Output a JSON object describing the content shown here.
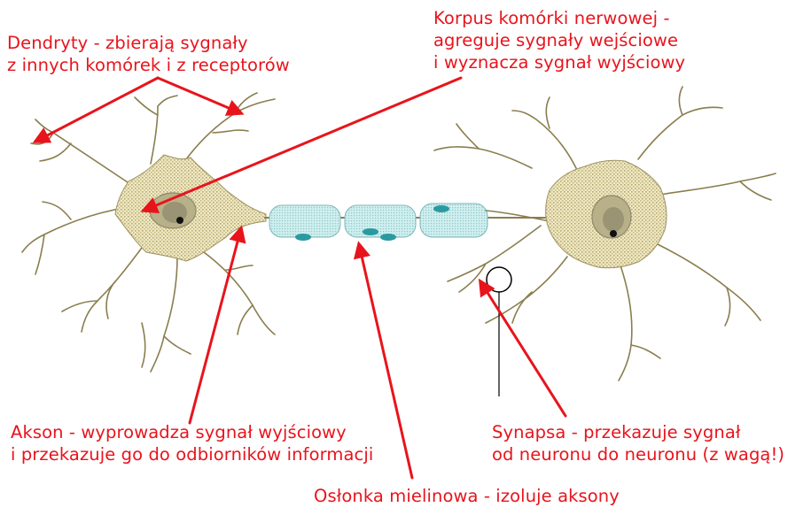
{
  "labels": {
    "dendrites": [
      "Dendryty - zbierają sygnały",
      "z innych komórek i z receptorów"
    ],
    "cell_body": [
      "Korpus komórki nerwowej -",
      "agreguje sygnały wejściowe",
      "i wyznacza sygnał wyjściowy"
    ],
    "axon": [
      "Akson - wyprowadza sygnał wyjściowy",
      "i przekazuje go do odbiorników informacji"
    ],
    "synapse": [
      "Synapsa - przekazuje sygnał",
      "od neuronu do neuronu (z wagą!)"
    ],
    "myelin": [
      "Osłonka mielinowa - izoluje aksony"
    ]
  },
  "colors": {
    "label_text": "#e8141c",
    "arrow": "#e8141c",
    "neuron_fill": "#e6dca8",
    "neuron_outline": "#8a7e4e",
    "nucleus": "#8e8a6a",
    "myelin_fill": "#bfe3e3",
    "myelin_node": "#2a9aa0"
  }
}
